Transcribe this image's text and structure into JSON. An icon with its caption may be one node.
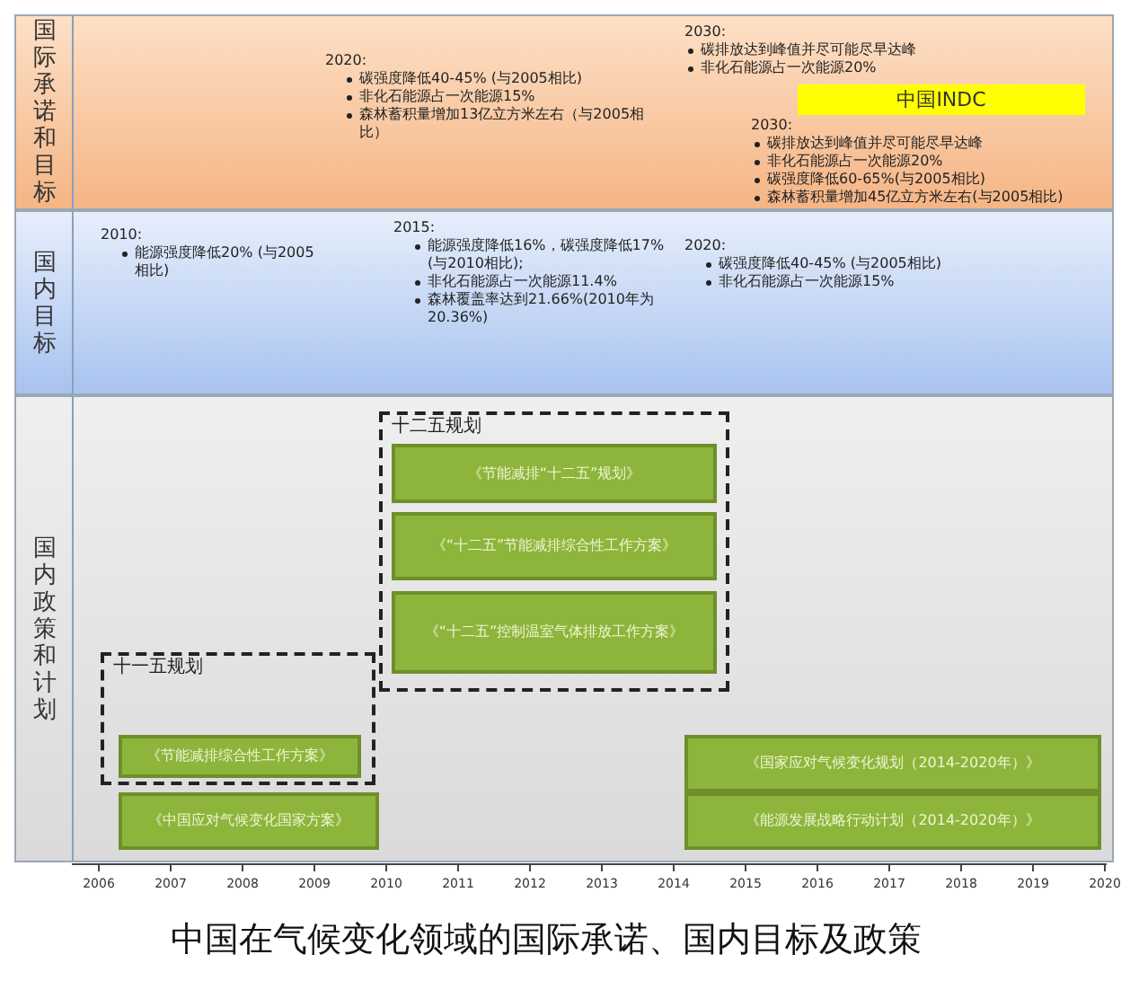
{
  "diagram": {
    "caption": "中国在气候变化领域的国际承诺、国内目标及政策",
    "nodes": [
      {
        "text": [
          "国际承诺和目标",
          "2020:",
          "碳强度降低40-45% (与2005相比)",
          "非化石能源占一次能源15%",
          "森林蓄积量增加13亿立方米左右（与2005相比）",
          "2030:",
          "碳排放达到峰值并尽可能尽早达峰",
          "非化石能源占一次能源20%",
          "2030:",
          "碳排放达到峰值并尽可能尽早达峰",
          "非化石能源占一次能源20%",
          "碳强度降低60-65%(与2005相比)",
          "森林蓄积量增加45亿立方米左右(与2005相比)"
        ]
      },
      {
        "text": [
          "中国INDC"
        ],
        "in": 0
      },
      {
        "text": [
          "国内目标",
          "2010:",
          "能源强度降低20% (与2005相比)",
          "2015:",
          "能源强度降低16%，碳强度降低17% (与2010相比);",
          "非化石能源占一次能源11.4%",
          "森林覆盖率达到21.66%(2010年为20.36%)",
          "2020:",
          "碳强度降低40-45% (与2005相比)",
          "非化石能源占一次能源15%"
        ]
      },
      {
        "text": [
          "国内政策和计划"
        ]
      },
      {
        "text": [
          "十二五规划"
        ],
        "in": 3
      },
      {
        "text": [
          "《节能减排“十二五”规划》"
        ],
        "in": 4
      },
      {
        "text": [
          "《“十二五”节能减排综合性工作方案》"
        ],
        "in": 4
      },
      {
        "text": [
          "《“十二五”控制温室气体排放工作方案》"
        ],
        "in": 4
      },
      {
        "text": [
          "十一五规划"
        ],
        "in": 3
      },
      {
        "text": [
          "《节能减排综合性工作方案》"
        ],
        "in": 8
      },
      {
        "text": [
          "《中国应对气候变化国家方案》"
        ],
        "in": 3
      },
      {
        "text": [
          "《国家应对气候变化规划（2014-2020年）》"
        ],
        "in": 3
      },
      {
        "text": [
          "《能源发展战略行动计划（2014-2020年）》"
        ],
        "in": 3
      }
    ],
    "labels": [
      "2006",
      "2007",
      "2008",
      "2009",
      "2010",
      "2011",
      "2012",
      "2013",
      "2014",
      "2015",
      "2016",
      "2017",
      "2018",
      "2019",
      "2020"
    ]
  }
}
